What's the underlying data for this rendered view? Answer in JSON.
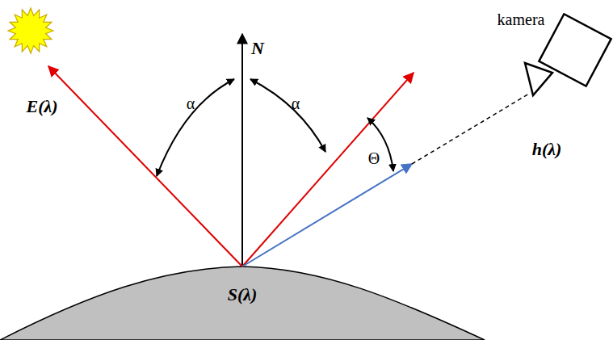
{
  "diagram": {
    "labels": [
      "E(λ)",
      "N",
      "α",
      "α",
      "Θ",
      "kamera",
      "h(λ)",
      "S(λ)"
    ]
  }
}
